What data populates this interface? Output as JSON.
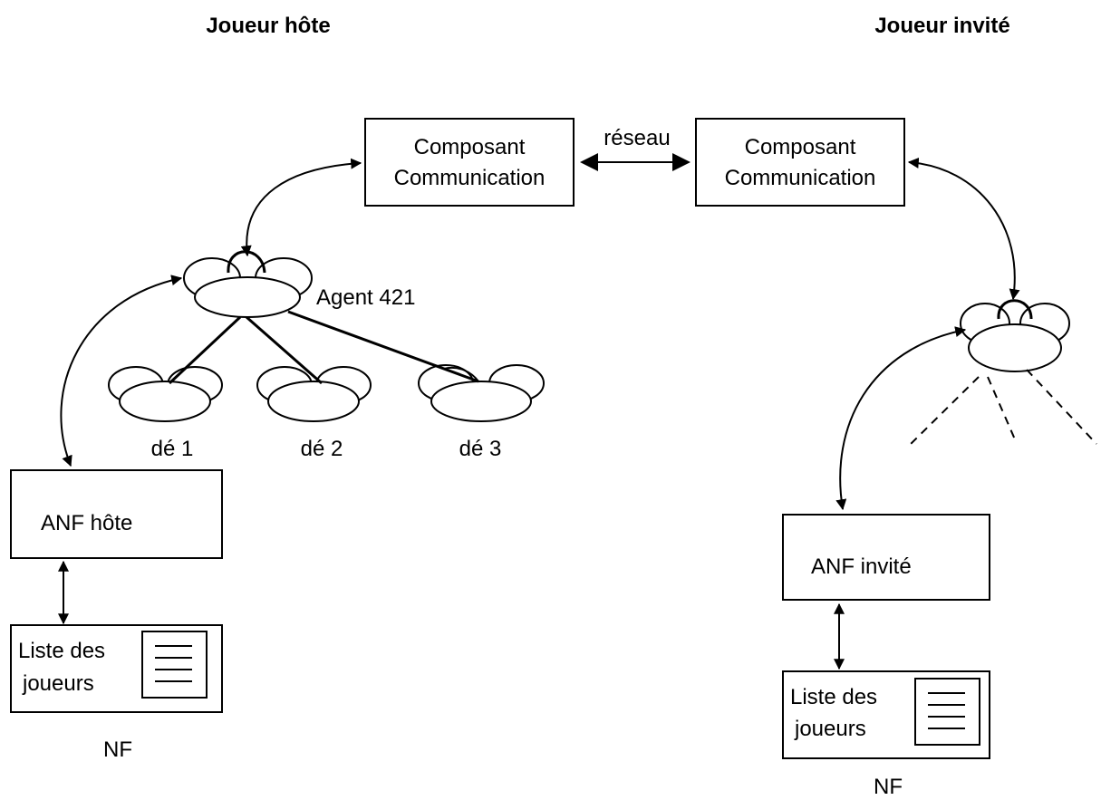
{
  "host": {
    "header": "Joueur hôte",
    "comm_line1": "Composant",
    "comm_line2": "Communication",
    "agent_label": "Agent 421",
    "dice": [
      "dé 1",
      "dé 2",
      "dé 3"
    ],
    "anf_label": "ANF hôte",
    "list_line1": "Liste des",
    "list_line2": "joueurs",
    "nf_label": "NF"
  },
  "guest": {
    "header": "Joueur invité",
    "comm_line1": "Composant",
    "comm_line2": "Communication",
    "anf_label": "ANF invité",
    "list_line1": "Liste des",
    "list_line2": "joueurs",
    "nf_label": "NF"
  },
  "network_label": "réseau",
  "icons": [
    "agent-icon",
    "die-agent-icon",
    "document-icon",
    "arrow-icon"
  ]
}
